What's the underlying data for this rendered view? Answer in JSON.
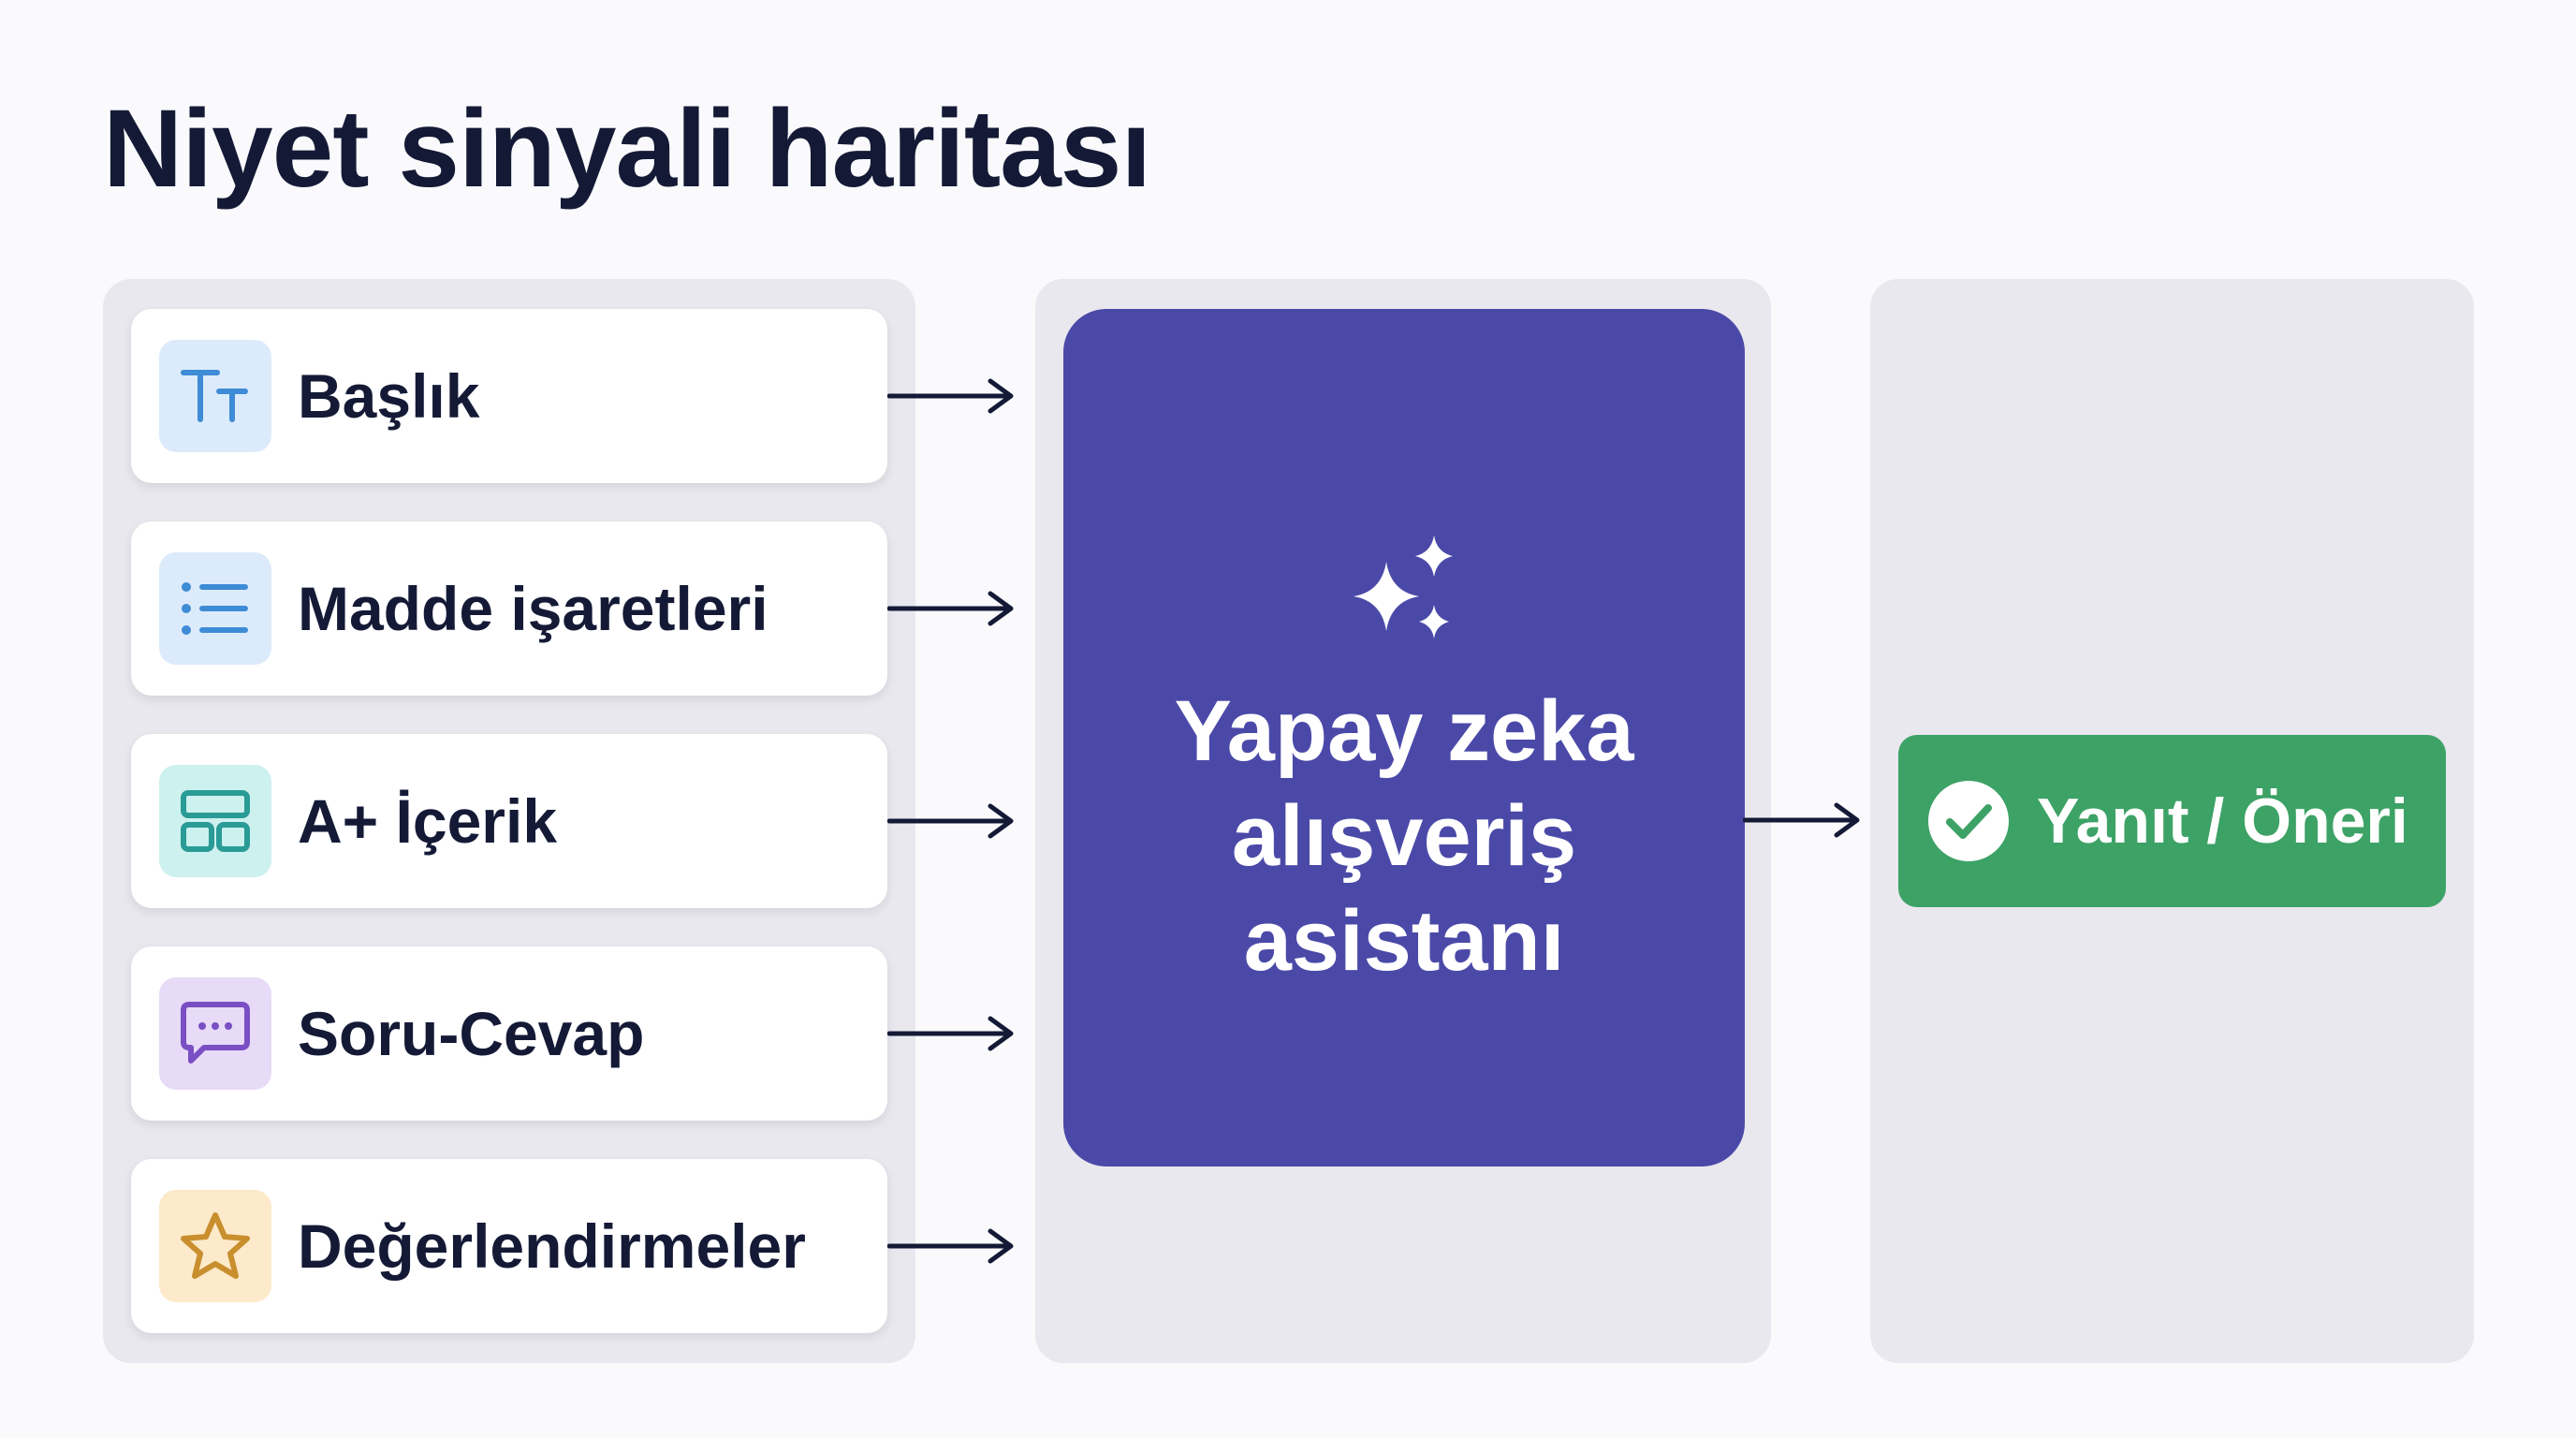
{
  "title": "Niyet sinyali haritası",
  "signals": [
    {
      "label": "Başlık",
      "icon": "text-format-icon",
      "icon_color": "#3e8bd6",
      "icon_bg": "#dcebfb"
    },
    {
      "label": "Madde işaretleri",
      "icon": "bulleted-list-icon",
      "icon_color": "#3e8bd6",
      "icon_bg": "#dcebfb"
    },
    {
      "label": "A+ İçerik",
      "icon": "layout-grid-icon",
      "icon_color": "#2a9b96",
      "icon_bg": "#cdf1ee"
    },
    {
      "label": "Soru-Cevap",
      "icon": "chat-bubble-icon",
      "icon_color": "#7a4fc4",
      "icon_bg": "#e7dbf7"
    },
    {
      "label": "Değerlendirmeler",
      "icon": "star-icon",
      "icon_color": "#c98f2e",
      "icon_bg": "#fdeacb"
    }
  ],
  "assistant": {
    "lines": [
      "Yapay zeka",
      "alışveriş",
      "asistanı"
    ],
    "icon": "sparkle-icon",
    "color": "#4b49a8"
  },
  "result": {
    "label": "Yanıt / Öneri",
    "icon": "check-circle-icon",
    "color": "#3da266"
  },
  "colors": {
    "title": "#141a36",
    "panel": "#e9e8ee",
    "arrow": "#141a36"
  }
}
